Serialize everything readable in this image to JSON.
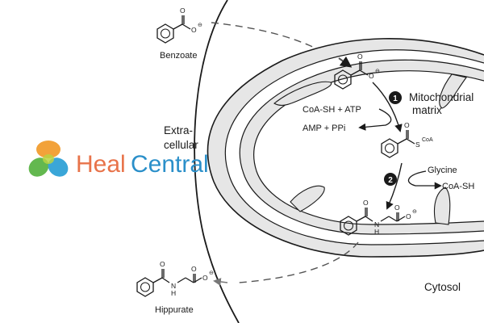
{
  "labels": {
    "benzoate": "Benzoate",
    "extracellular_line1": "Extra-",
    "extracellular_line2": "cellular",
    "matrix_line1": "Mitochondrial",
    "matrix_line2": "matrix",
    "cytosol": "Cytosol",
    "hippurate": "Hippurate"
  },
  "steps": {
    "step1": "1",
    "step2": "2"
  },
  "reactions": {
    "step1_input": "CoA-SH + ATP",
    "step1_output": "AMP + PPi",
    "step2_input": "Glycine",
    "step2_output": "CoA-SH"
  },
  "atoms": {
    "oxygen": "O",
    "sulfur": "S",
    "coa": "CoA",
    "nitrogen": "N",
    "hydrogen": "H",
    "charge": "⊖"
  },
  "logo": {
    "part1": "Heal",
    "part2": "Central",
    "color1": "#e8734a",
    "color2": "#2a8fc9",
    "leaf_colors": [
      "#f2a23a",
      "#63b84f",
      "#3aa6d8",
      "#b8d442"
    ]
  },
  "colors": {
    "membrane_fill": "#e6e6e6",
    "stroke": "#1a1a1a",
    "dashed": "#555555"
  }
}
